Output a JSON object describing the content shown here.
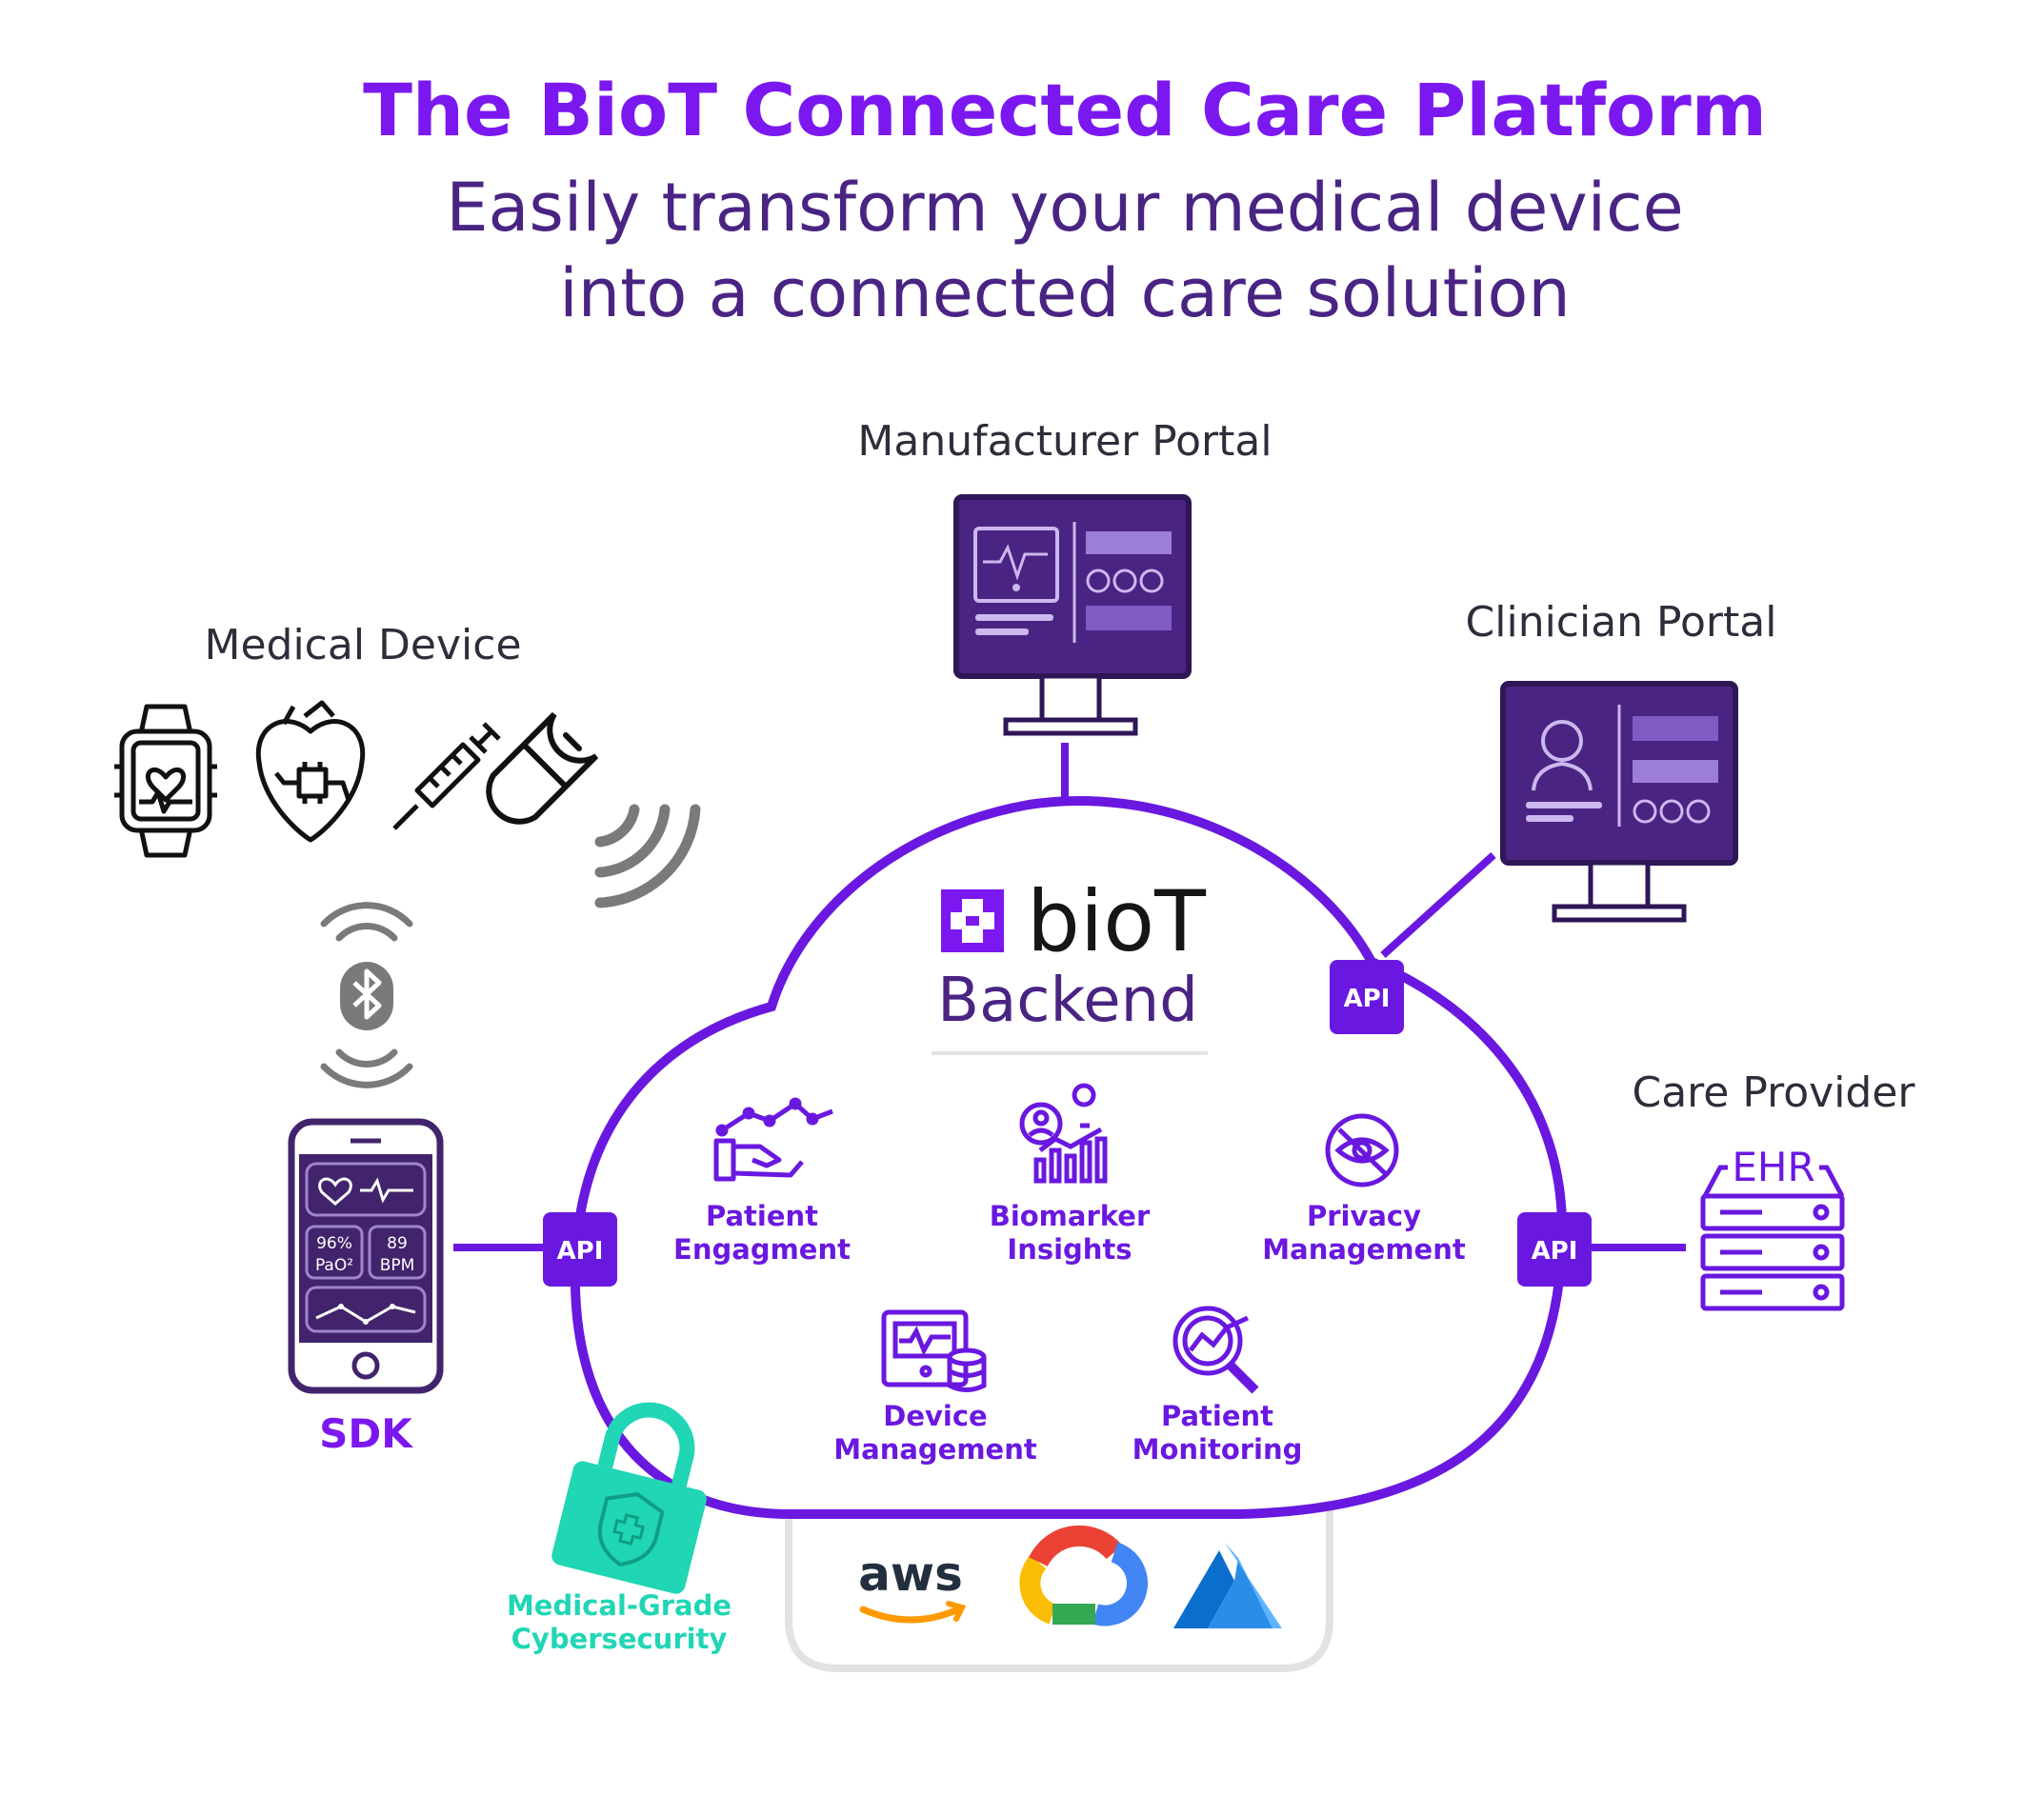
{
  "header": {
    "title": "The BioT Connected Care Platform",
    "subtitle_line1": "Easily transform your medical device",
    "subtitle_line2": "into a connected care solution"
  },
  "nodes": {
    "manufacturer_portal": "Manufacturer Portal",
    "clinician_portal": "Clinician Portal",
    "medical_device": "Medical Device",
    "care_provider": "Care Provider",
    "ehr": "EHR",
    "sdk": "SDK"
  },
  "phone": {
    "spo2_value": "96%",
    "spo2_unit": "PaO²",
    "bpm_value": "89",
    "bpm_unit": "BPM"
  },
  "backend": {
    "brand": "bioT",
    "subtitle": "Backend",
    "api_label": "API",
    "features": [
      {
        "line1": "Patient",
        "line2": "Engagment",
        "icon": "hand-chart-icon"
      },
      {
        "line1": "Biomarker",
        "line2": "Insights",
        "icon": "biomarker-chart-icon"
      },
      {
        "line1": "Privacy",
        "line2": "Management",
        "icon": "eye-slash-icon"
      },
      {
        "line1": "Device",
        "line2": "Management",
        "icon": "monitor-database-icon"
      },
      {
        "line1": "Patient",
        "line2": "Monitoring",
        "icon": "magnifier-chart-icon"
      }
    ]
  },
  "security": {
    "line1": "Medical-Grade",
    "line2": "Cybersecurity"
  },
  "cloud_providers": {
    "aws_label": "aws",
    "google_cloud_icon": "google-cloud-icon",
    "azure_icon": "azure-icon"
  },
  "colors": {
    "title_purple": "#7b18f0",
    "subtitle_purple": "#4a2483",
    "accent_purple": "#6a18e0",
    "dark_purple": "#41246b",
    "teal": "#20d6b4",
    "text_dark": "#2c2f3a"
  }
}
